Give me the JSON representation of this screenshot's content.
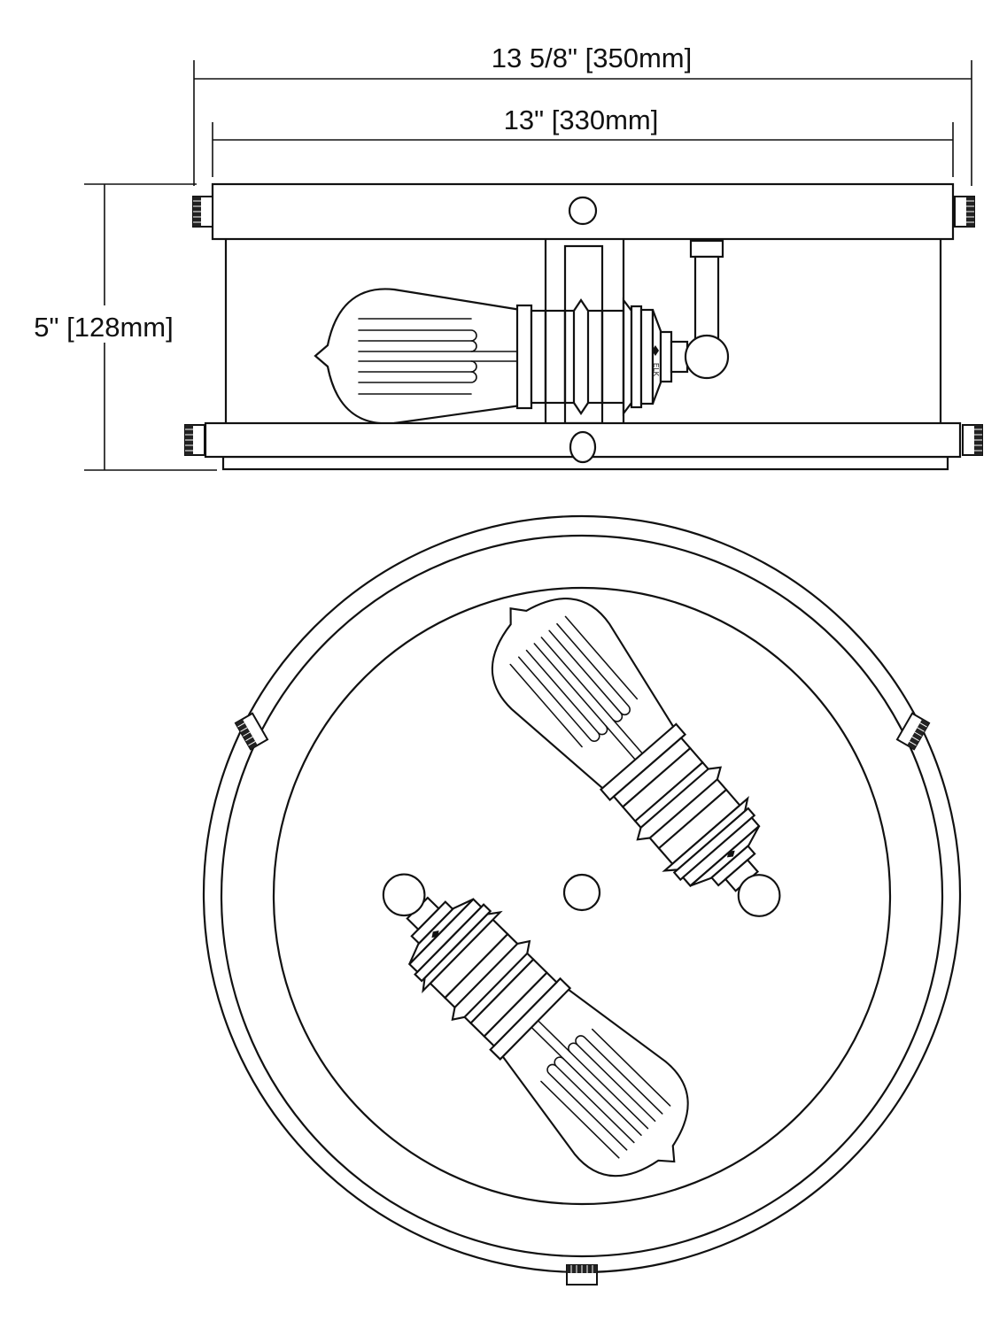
{
  "dimensions": {
    "overall_width": "13 5/8\" [350mm]",
    "body_width": "13\" [330mm]",
    "height": "5\" [128mm]"
  },
  "socket_marking": "ELK",
  "colors": {
    "line": "#111111",
    "background": "#ffffff"
  }
}
